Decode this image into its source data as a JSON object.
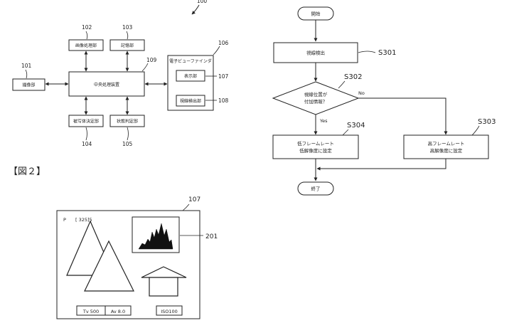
{
  "fig1": {
    "figure_ref": "100",
    "blocks": {
      "imaging": {
        "label": "撮像部",
        "ref": "101"
      },
      "image_processing": {
        "label": "画像処理部",
        "ref": "102"
      },
      "storage": {
        "label": "記憶部",
        "ref": "103"
      },
      "subject_determination": {
        "label": "被写体決定部",
        "ref": "104"
      },
      "state_determination": {
        "label": "状態判定部",
        "ref": "105"
      },
      "evf": {
        "label": "電子ビューファインダ",
        "ref": "106"
      },
      "display": {
        "label": "表示部",
        "ref": "107"
      },
      "gaze_detection": {
        "label": "視線検出部",
        "ref": "108"
      },
      "cpu": {
        "label": "中央処理装置",
        "ref": "109"
      }
    }
  },
  "fig2_label": "【図２】",
  "fig2": {
    "screen_ref": "107",
    "histogram_ref": "201",
    "mode": "P",
    "shots": "[ 325]5",
    "tv": "Tv 500",
    "av": "Av 8.0",
    "iso": "ISO100"
  },
  "flowchart": {
    "start": "開始",
    "s301": {
      "label": "視線検出",
      "id": "S301"
    },
    "s302": {
      "line1": "視線位置が",
      "line2": "付加情報？",
      "id": "S302"
    },
    "branch_yes": "Yes",
    "branch_no": "No",
    "s304": {
      "line1": "低フレームレート",
      "line2": "低解像度に設定",
      "id": "S304"
    },
    "s303": {
      "line1": "高フレームレート",
      "line2": "高解像度に設定",
      "id": "S303"
    },
    "end": "終了"
  }
}
